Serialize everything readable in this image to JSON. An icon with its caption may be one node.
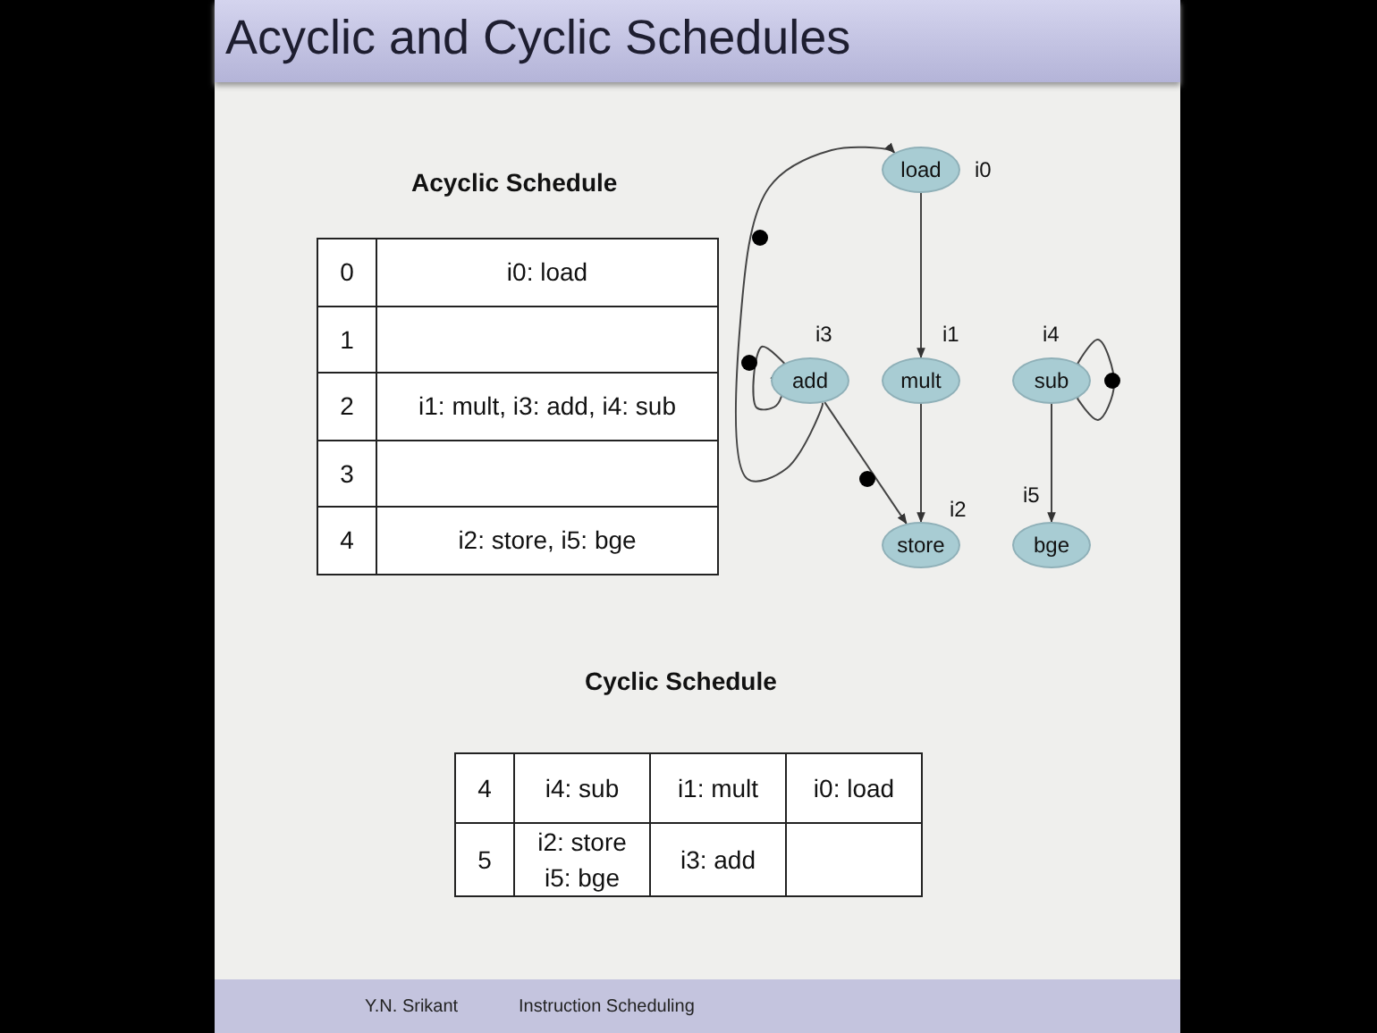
{
  "diagram": {
    "title": "Acyclic and Cyclic Schedules",
    "nodes": [
      {
        "text": [
          "load"
        ],
        "beside": [
          "i0"
        ]
      },
      {
        "text": [
          "add"
        ],
        "beside": [
          "i3"
        ]
      },
      {
        "text": [
          "mult"
        ],
        "beside": [
          "i1"
        ]
      },
      {
        "text": [
          "sub"
        ],
        "beside": [
          "i4"
        ]
      },
      {
        "text": [
          "store"
        ],
        "beside": [
          "i2"
        ]
      },
      {
        "text": [
          "bge"
        ],
        "beside": [
          "i5"
        ]
      }
    ],
    "edges": [
      {
        "from": 0,
        "to": 2,
        "arrow": "to"
      },
      {
        "from": 2,
        "to": 4,
        "arrow": "to"
      },
      {
        "from": 1,
        "to": 4,
        "arrow": "to"
      },
      {
        "from": 1,
        "to": 0,
        "arrow": "to"
      },
      {
        "from": 1,
        "to": 1,
        "arrow": "to"
      },
      {
        "from": 3,
        "to": 3,
        "arrow": "to"
      },
      {
        "from": 3,
        "to": 5,
        "arrow": "to"
      }
    ],
    "labels": [
      "Acyclic Schedule",
      "0",
      "i0: load",
      "1",
      "2",
      "i1: mult, i3: add, i4: sub",
      "3",
      "4",
      "i2: store, i5: bge",
      "Cyclic Schedule",
      "4",
      "i4: sub",
      "i1: mult",
      "i0: load",
      "5",
      "i2: store i5: bge",
      "i3: add",
      "Y.N. Srikant",
      "Instruction Scheduling"
    ]
  }
}
